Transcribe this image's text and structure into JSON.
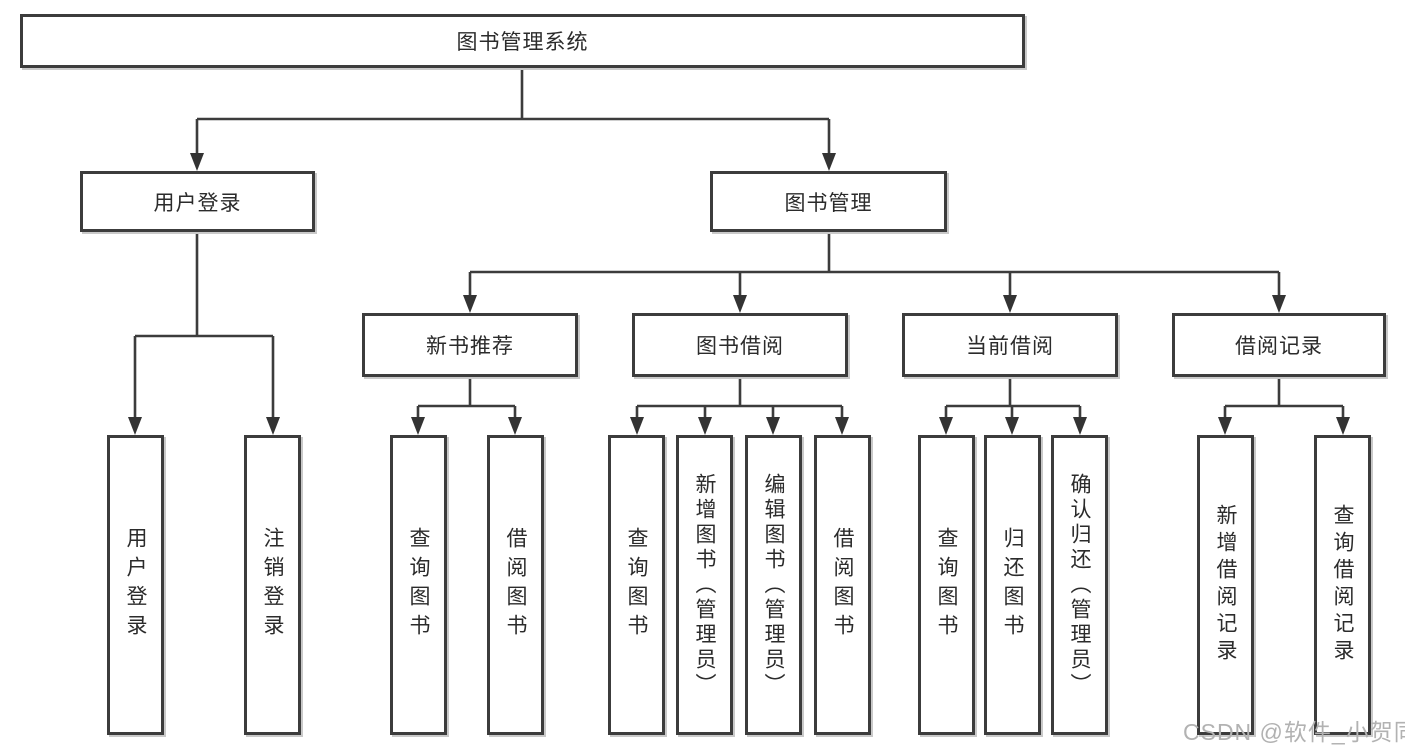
{
  "diagram": {
    "title": "图书管理系统",
    "colors": {
      "background": "#ffffff",
      "box_border": "#3c3c3c",
      "connector_line": "#3c3c3c",
      "arrowhead": "#333333",
      "text": "#2b2b2b",
      "watermark": "#b2b2b2"
    },
    "nodes": {
      "root": "图书管理系统",
      "user_login": "用户登录",
      "book_mgmt": "图书管理",
      "new_book_rec": "新书推荐",
      "book_borrow": "图书借阅",
      "current_borrow": "当前借阅",
      "borrow_records": "借阅记录",
      "leaf_user_login": "用户登录",
      "leaf_logout": "注销登录",
      "leaf_nbr_query": "查询图书",
      "leaf_nbr_borrow": "借阅图书",
      "leaf_bb_query": "查询图书",
      "leaf_bb_add": "新增图书（管理员）",
      "leaf_bb_edit": "编辑图书（管理员）",
      "leaf_bb_borrow": "借阅图书",
      "leaf_cb_query": "查询图书",
      "leaf_cb_return": "归还图书",
      "leaf_cb_confirm": "确认归还（管理员）",
      "leaf_br_add": "新增借阅记录",
      "leaf_br_query": "查询借阅记录"
    },
    "watermark": "CSDN @软件_小贺同学"
  }
}
